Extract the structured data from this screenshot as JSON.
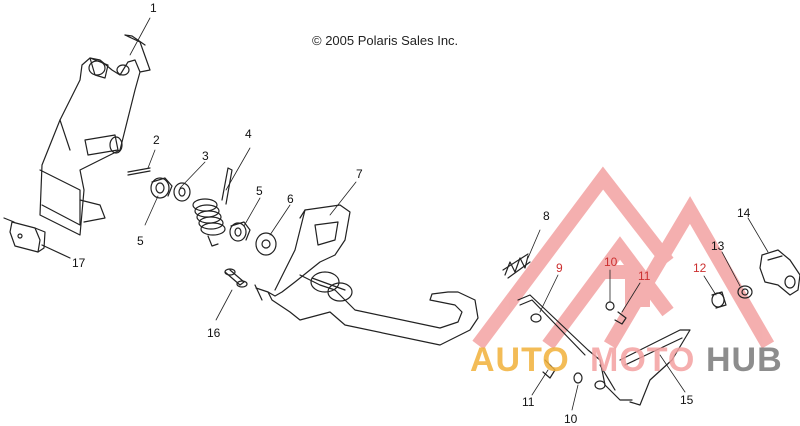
{
  "copyright": "© 2005 Polaris Sales Inc.",
  "watermark": {
    "auto": "AUTO",
    "moto": "MOTO",
    "hub": "HUB"
  },
  "callouts": {
    "c1": "1",
    "c2": "2",
    "c3": "3",
    "c4": "4",
    "c5a": "5",
    "c5b": "5",
    "c6": "6",
    "c7": "7",
    "c8": "8",
    "c9": "9",
    "c10a": "10",
    "c10b": "10",
    "c11a": "11",
    "c11b": "11",
    "c12": "12",
    "c13": "13",
    "c14": "14",
    "c15": "15",
    "c16": "16",
    "c17": "17"
  },
  "colors": {
    "line": "#222222",
    "watermark_red": "#e85050",
    "watermark_orange": "#f1b13a",
    "watermark_grey": "#7a7a7a"
  }
}
